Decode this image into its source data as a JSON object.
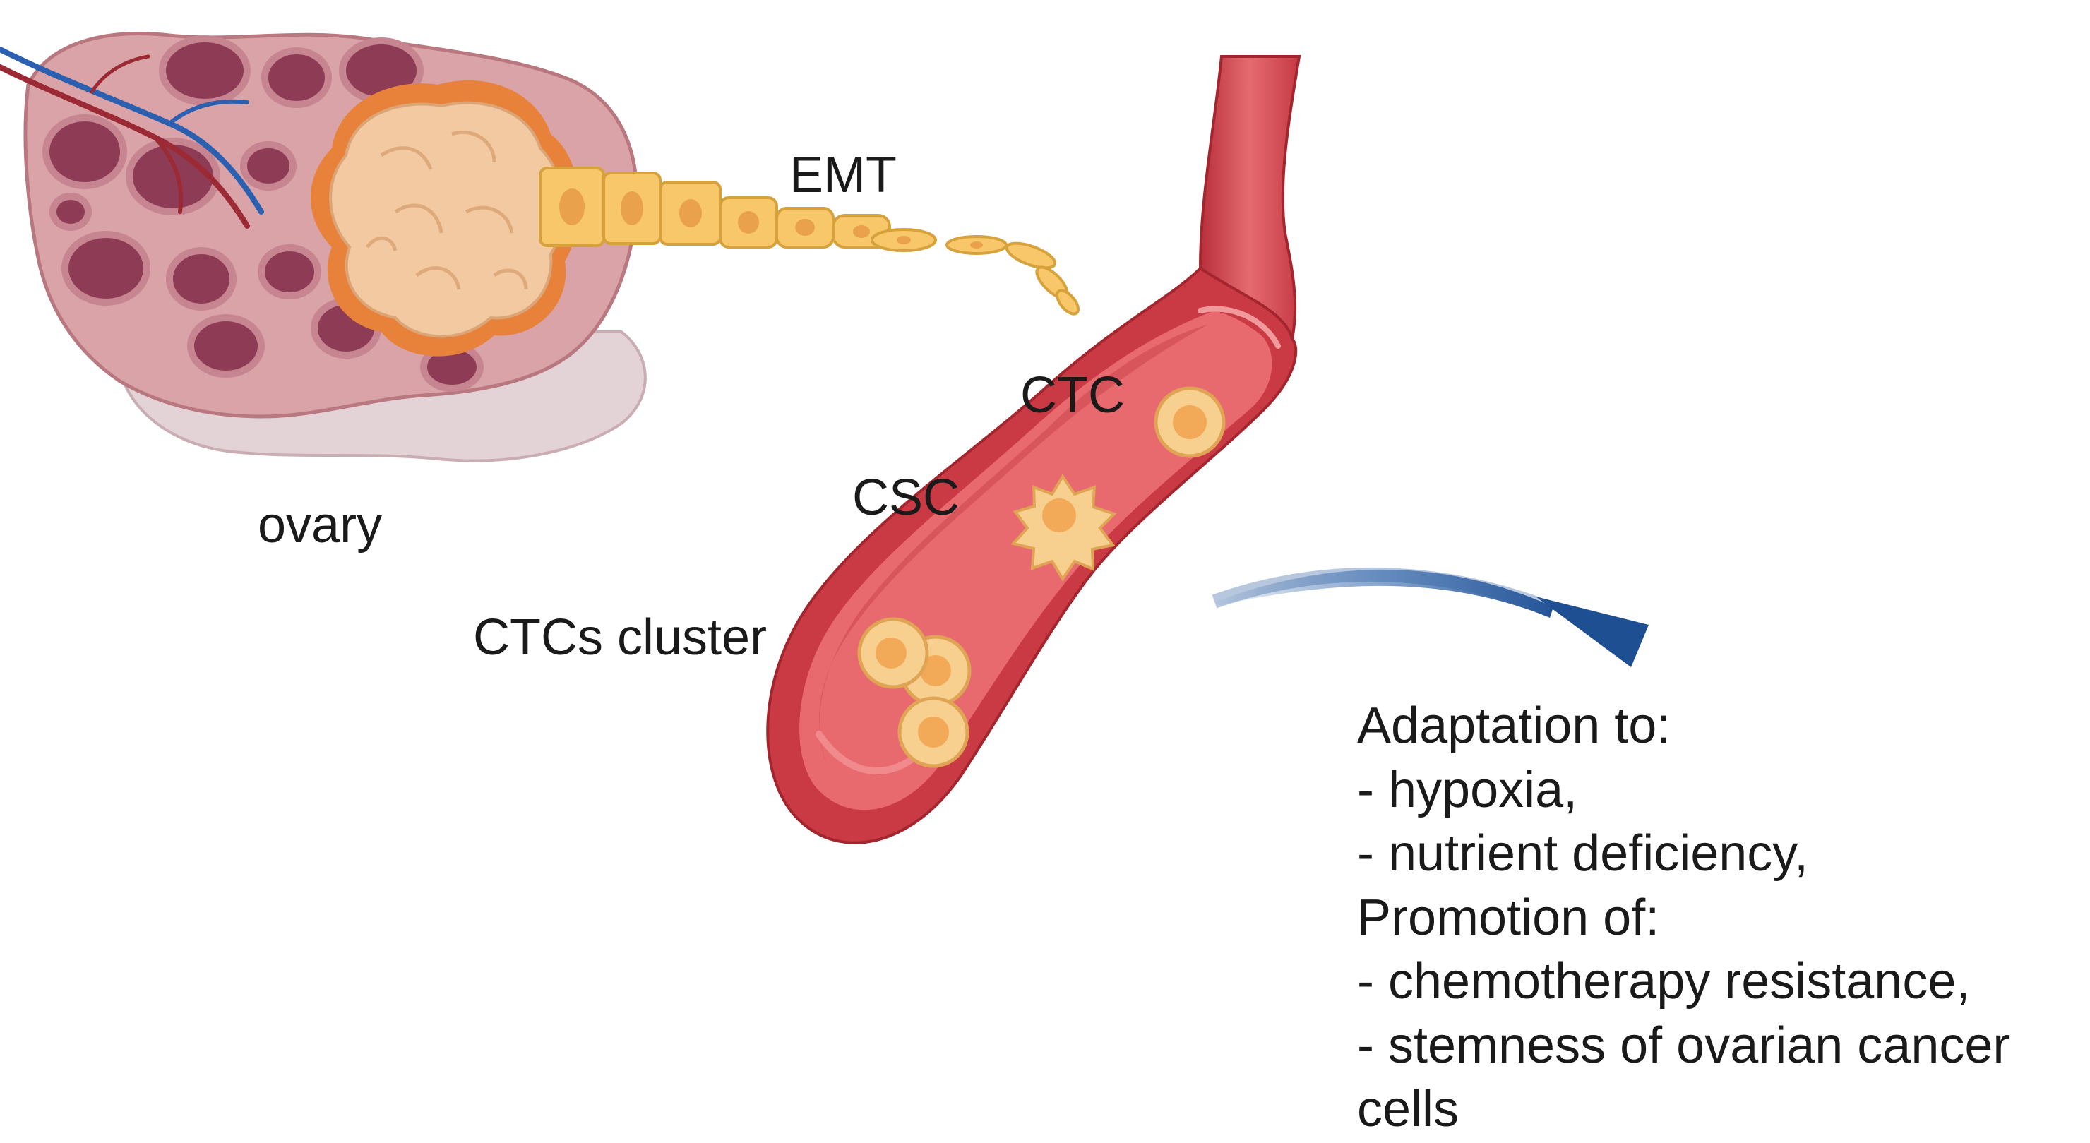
{
  "labels": {
    "ovary": "ovary",
    "emt": "EMT",
    "ctc": "CTC",
    "csc": "CSC",
    "ctcs_cluster": "CTCs cluster"
  },
  "effects": {
    "adaptation_heading": "Adaptation to:",
    "adaptation_items": [
      "- hypoxia,",
      "- nutrient deficiency,"
    ],
    "promotion_heading": "Promotion of:",
    "promotion_items": [
      "- chemotherapy resistance,",
      "- stemness of ovarian cancer",
      "cells"
    ]
  },
  "colors": {
    "ovary_tissue": "#d9a3a8",
    "follicle": "#8e3c55",
    "tumor": "#f2c9a0",
    "tumor_rim": "#e8823a",
    "vessel_wall": "#c93a45",
    "vessel_lumen": "#e86a6e",
    "cell_fill": "#f6c27a",
    "arrow": "#2f5fa0"
  }
}
